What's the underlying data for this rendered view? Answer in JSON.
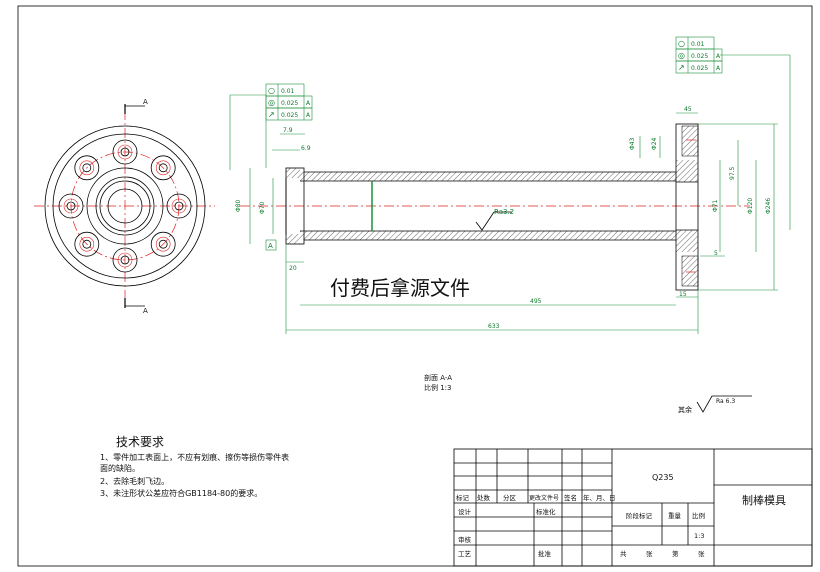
{
  "watermark": "付费后拿源文件",
  "section": {
    "title": "剖面 A-A",
    "scale": "比例 1:3"
  },
  "roughness_note": {
    "prefix": "其余",
    "value": "Ra 6.3"
  },
  "internal_roughness": "Ra3.2",
  "section_marker": "A",
  "datum_letter": "A",
  "tolerance_frame_left": [
    {
      "value": "0.01",
      "ref": ""
    },
    {
      "value": "0.025",
      "ref": "A"
    },
    {
      "value": "0.025",
      "ref": "A"
    }
  ],
  "tolerance_frame_right": [
    {
      "value": "0.01",
      "ref": ""
    },
    {
      "value": "0.025",
      "ref": "A"
    },
    {
      "value": "0.025",
      "ref": "A"
    }
  ],
  "dimensions": {
    "d7_9": "7.9",
    "d6_9": "6.9",
    "d80": "Φ80",
    "d70": "Φ70",
    "d20": "20",
    "d495": "495",
    "d633": "633",
    "d45": "45",
    "d43": "Φ43",
    "d24": "Φ24",
    "d97_5": "97.5",
    "d71": "Φ71",
    "d120": "Φ120",
    "d246": "Φ246",
    "d5": "5",
    "d15": "15"
  },
  "tech_requirements": {
    "title": "技术要求",
    "items": [
      "1、零件加工表面上，不应有划痕、擦伤等损伤零件表",
      "   面的缺陷。",
      "2、去除毛刺飞边。",
      "3、未注形状公差应符合GB1184-80的要求。"
    ]
  },
  "title_block": {
    "material": "Q235",
    "part_name": "制棒模具",
    "headers": [
      "标记",
      "处数",
      "分区",
      "更改文件号",
      "签名",
      "年、月、日"
    ],
    "roles": [
      "设计",
      "标准化",
      "审核",
      "工艺",
      "批准"
    ],
    "stage_labels": [
      "阶段标记",
      "重量",
      "比例"
    ],
    "scale": "1:3",
    "sheet_labels": [
      "共",
      "张",
      "第",
      "张"
    ]
  }
}
